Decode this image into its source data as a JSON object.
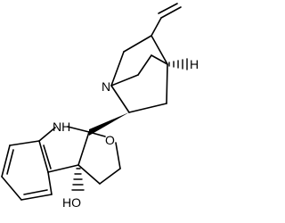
{
  "atom_labels": {
    "n_bridgehead": "N",
    "h_bridgehead": "H",
    "nh_indoline": "NH",
    "o_ring": "O",
    "oh_hydroxyl": "HO"
  }
}
